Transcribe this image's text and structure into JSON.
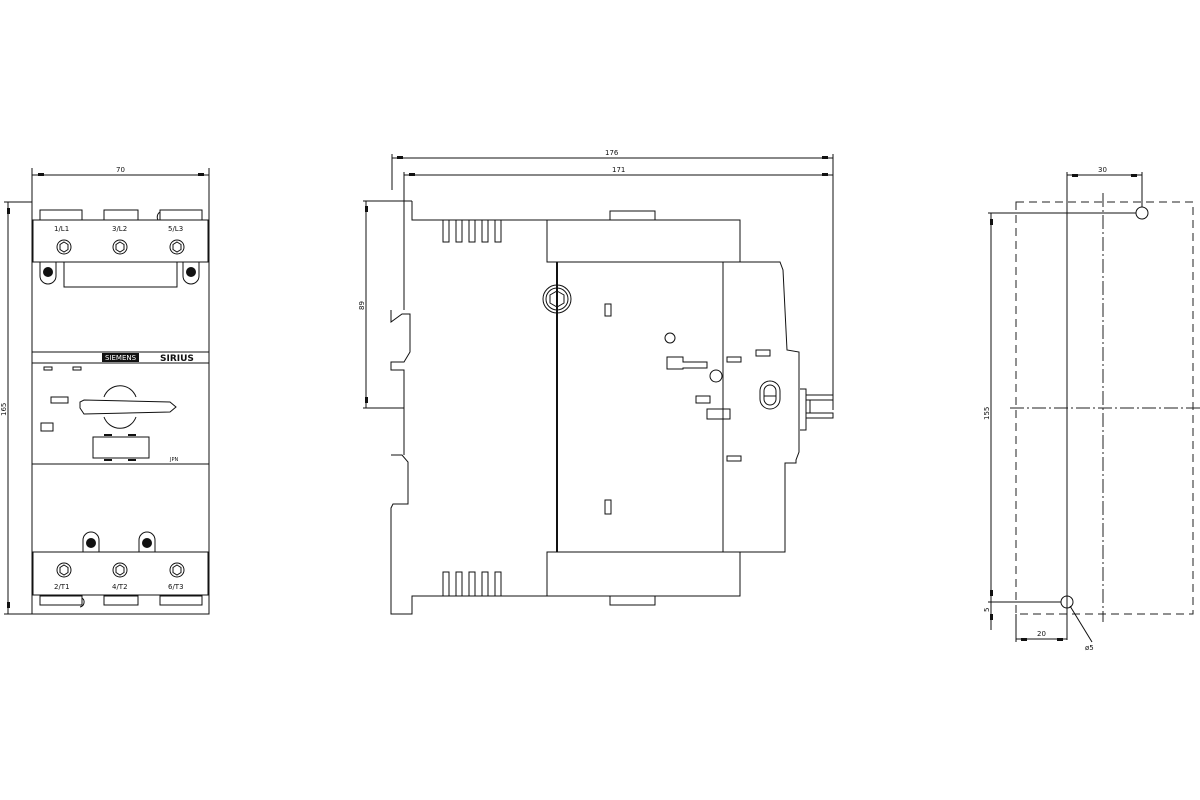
{
  "drawing": {
    "views": {
      "front": {
        "width_dim": "70",
        "height_dim": "165",
        "terminals_top": [
          "1/L1",
          "3/L2",
          "5/L3"
        ],
        "terminals_bottom": [
          "2/T1",
          "4/T2",
          "6/T3"
        ],
        "brand_label": "SIRIUS",
        "maker_label": "SIEMENS",
        "small_mark": "JPN"
      },
      "side": {
        "overall_depth_dim": "176",
        "depth_dim": "171",
        "rail_height_dim": "89"
      },
      "mounting": {
        "horizontal_offset_dim": "30",
        "vertical_spacing_dim": "155",
        "bottom_offset_dim": "5",
        "left_offset_dim": "20",
        "hole_dim": "ø5"
      }
    }
  }
}
